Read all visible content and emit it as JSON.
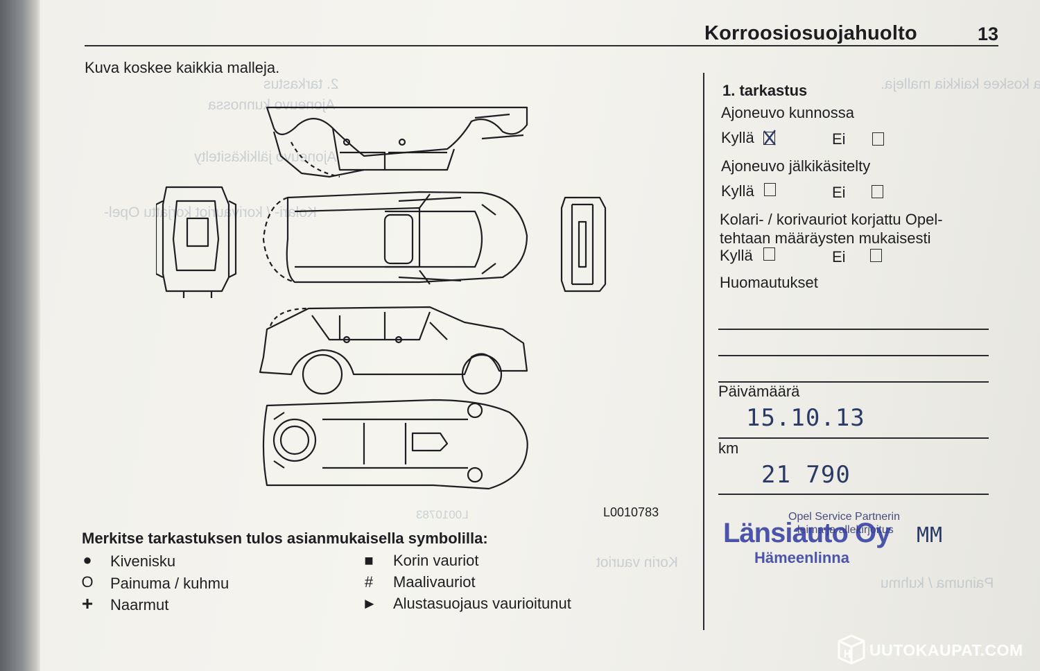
{
  "header": {
    "title": "Korroosiosuojahuolto",
    "page_number": "13"
  },
  "intro_text": "Kuva koskee kaikkia malleja.",
  "diagram_code": "L0010783",
  "inspection": {
    "title": "1. tarkastus",
    "questions": [
      {
        "label": "Ajoneuvo kunnossa",
        "yes": "Kyllä",
        "no": "Ei",
        "checked": "yes"
      },
      {
        "label": "Ajoneuvo jälkikäsitelty",
        "yes": "Kyllä",
        "no": "Ei",
        "checked": "none"
      },
      {
        "label_line1": "Kolari- / korivauriot korjattu Opel-",
        "label_line2": "tehtaan määräysten mukaisesti",
        "yes": "Kyllä",
        "no": "Ei",
        "checked": "none"
      }
    ],
    "remarks_label": "Huomautukset",
    "date_label": "Päivämäärä",
    "date_value": "15.10.13",
    "km_label": "km",
    "km_value": "21 790",
    "stamp": {
      "caption_line1": "Opel Service Partnerin",
      "caption_line2": "leima ja allekirjoitus",
      "company": "Länsiauto Oy",
      "city": "Hämeenlinna",
      "initials": "MM"
    }
  },
  "legend": {
    "heading": "Merkitse tarkastuksen tulos asianmukaisella symbolilla:",
    "items": [
      {
        "symbol": "●",
        "label": "Kivenisku"
      },
      {
        "symbol": "O",
        "label": "Painuma / kuhmu"
      },
      {
        "symbol": "+",
        "label": "Naarmut"
      },
      {
        "symbol": "■",
        "label": "Korin vauriot"
      },
      {
        "symbol": "#",
        "label": "Maalivauriot"
      },
      {
        "symbol": "►",
        "label": "Alustasuojaus vaurioitunut"
      }
    ]
  },
  "watermark": {
    "text": "UUTOKAUPAT.COM",
    "icon": "box-logo-icon"
  },
  "colors": {
    "paper": "#f3f2ed",
    "ink": "#1e1e22",
    "stamp": "#2f3aa0",
    "handwriting": "#2a3a66"
  }
}
